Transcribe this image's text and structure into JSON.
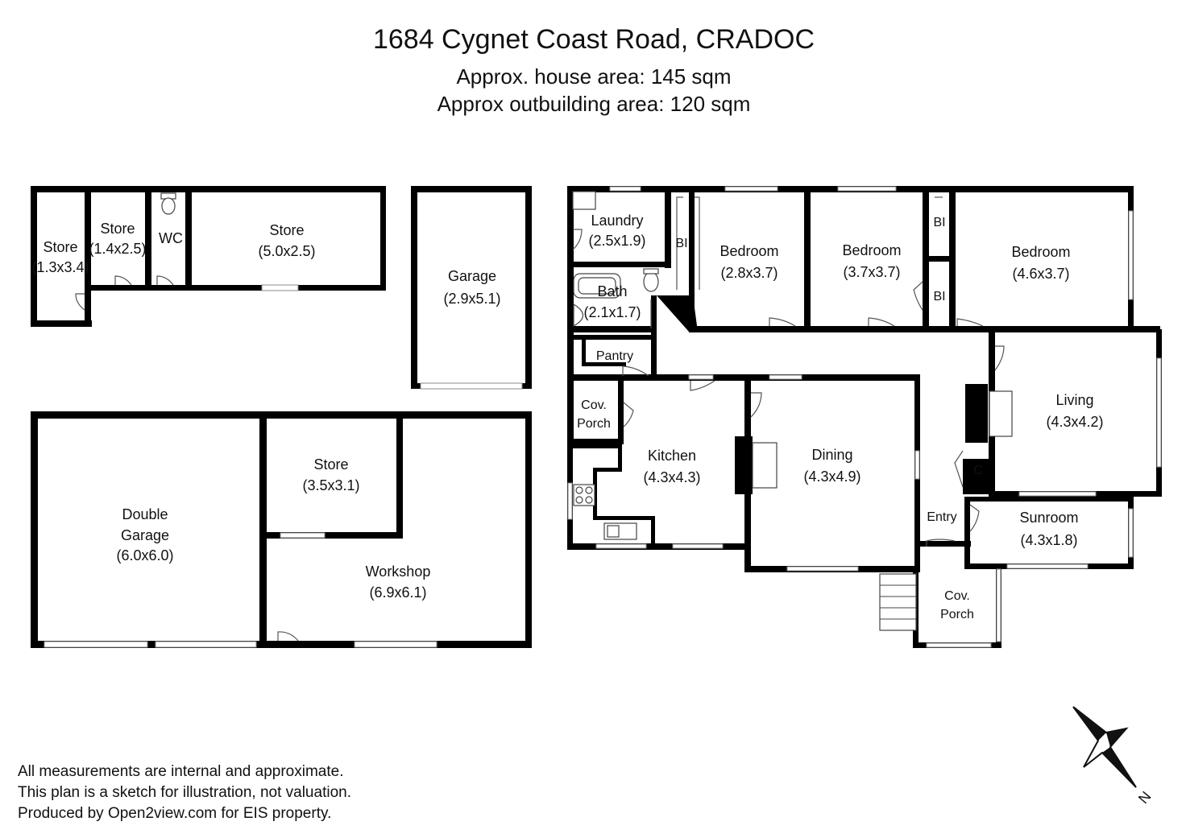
{
  "header": {
    "address": "1684 Cygnet Coast Road, CRADOC",
    "house_area": "Approx. house area: 145 sqm",
    "outbuilding_area": "Approx outbuilding area: 120 sqm"
  },
  "outbuilding_stores": {
    "store1": {
      "name": "Store",
      "dims": "(1.3x3.4)"
    },
    "store2": {
      "name": "Store",
      "dims": "(1.4x2.5)"
    },
    "wc": {
      "name": "WC"
    },
    "store3": {
      "name": "Store",
      "dims": "(5.0x2.5)"
    }
  },
  "garage": {
    "name": "Garage",
    "dims": "(2.9x5.1)"
  },
  "shed": {
    "double_garage": {
      "name1": "Double",
      "name2": "Garage",
      "dims": "(6.0x6.0)"
    },
    "store": {
      "name": "Store",
      "dims": "(3.5x3.1)"
    },
    "workshop": {
      "name": "Workshop",
      "dims": "(6.9x6.1)"
    }
  },
  "house": {
    "laundry": {
      "name": "Laundry",
      "dims": "(2.5x1.9)"
    },
    "bath": {
      "name": "Bath",
      "dims": "(2.1x1.7)"
    },
    "bi1": "BI",
    "bi2": "BI",
    "bi3": "BI",
    "bedroom1": {
      "name": "Bedroom",
      "dims": "(2.8x3.7)"
    },
    "bedroom2": {
      "name": "Bedroom",
      "dims": "(3.7x3.7)"
    },
    "bedroom3": {
      "name": "Bedroom",
      "dims": "(4.6x3.7)"
    },
    "pantry": "Pantry",
    "cov_porch1": {
      "line1": "Cov.",
      "line2": "Porch"
    },
    "kitchen": {
      "name": "Kitchen",
      "dims": "(4.3x4.3)"
    },
    "dining": {
      "name": "Dining",
      "dims": "(4.3x4.9)"
    },
    "living": {
      "name": "Living",
      "dims": "(4.3x4.2)"
    },
    "cupboard": "C",
    "entry": "Entry",
    "sunroom": {
      "name": "Sunroom",
      "dims": "(4.3x1.8)"
    },
    "cov_porch2": {
      "line1": "Cov.",
      "line2": "Porch"
    }
  },
  "compass": {
    "label": "N"
  },
  "footer": {
    "line1": "All measurements are internal and approximate.",
    "line2": "This plan is a sketch for illustration, not valuation.",
    "line3": "Produced by Open2view.com for EIS property."
  }
}
